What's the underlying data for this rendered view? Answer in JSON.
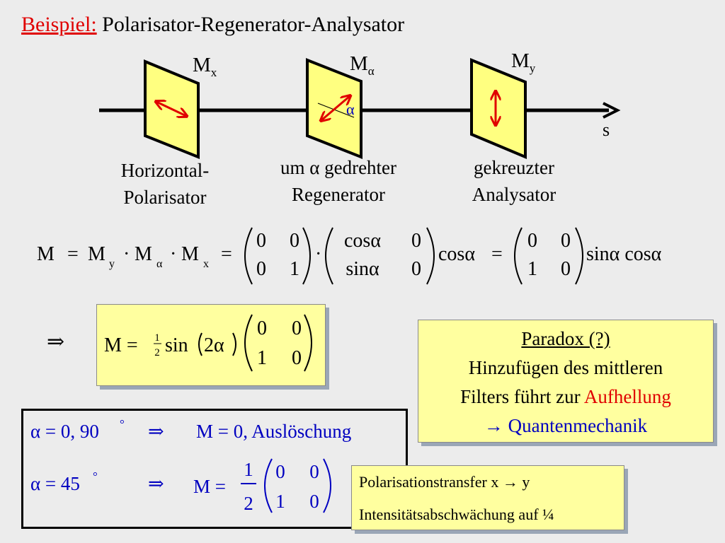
{
  "title": {
    "keyword": "Beispiel:",
    "text": "Polarisator-Regenerator-Analysator"
  },
  "filters": [
    {
      "symbol": "M",
      "sub": "x",
      "caption_line1": "Horizontal-",
      "caption_line2": "Polarisator"
    },
    {
      "symbol": "M",
      "sub": "α",
      "angle_label": "α",
      "caption_line1": "um α gedrehter",
      "caption_line2": "Regenerator"
    },
    {
      "symbol": "M",
      "sub": "y",
      "caption_line1": "gekreuzter",
      "caption_line2": "Analysator"
    }
  ],
  "axis_label": "s",
  "equation1": {
    "lhs": "M",
    "eq": "=",
    "My": "M",
    "My_sub": "y",
    "dot": "·",
    "Ma": "M",
    "Ma_sub": "α",
    "Mx": "M",
    "Mx_sub": "x",
    "m1": [
      "0",
      "0",
      "0",
      "1"
    ],
    "m2": [
      "cosα",
      "0",
      "sinα",
      "0"
    ],
    "cos": "cosα",
    "m3": [
      "0",
      "0",
      "1",
      "0"
    ],
    "sincos": "sinα cosα"
  },
  "implies": "⇒",
  "equation2": {
    "lhs": "M =",
    "num": "1",
    "den": "2",
    "fn": "sin",
    "arg": "2α",
    "m": [
      "0",
      "0",
      "1",
      "0"
    ]
  },
  "paradox": {
    "heading": "Paradox (?)",
    "line2": "Hinzufügen des mittleren",
    "line3_a": "Filters führt zur",
    "line3_b": "Aufhellung",
    "line4": "→ Quantenmechanik"
  },
  "results": {
    "row1_cond": "α = 0, 90",
    "deg": "°",
    "arrow": "⇒",
    "row1_res": "M = 0,  Auslöschung",
    "row2_cond": "α = 45",
    "row2_lhs": "M =",
    "row2_num": "1",
    "row2_den": "2",
    "m": [
      "0",
      "0",
      "1",
      "0"
    ]
  },
  "transfer": {
    "line1": "Polarisationstransfer  x → y",
    "line2": "Intensitätsabschwächung auf  ¼"
  }
}
